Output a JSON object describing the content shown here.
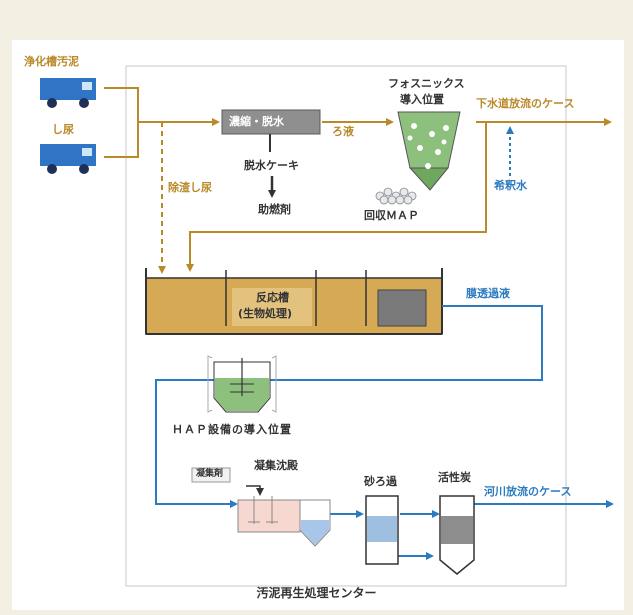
{
  "sources": {
    "sludge": "浄化槽汚泥",
    "nightsoil": "し尿"
  },
  "process": {
    "dewater": "濃縮・脱水",
    "filtrate": "ろ液",
    "cake": "脱水ケーキ",
    "fuel": "助燃剤",
    "debris": "除渣し尿",
    "fosnix_line1": "フォスニックス",
    "fosnix_line2": "導入位置",
    "recovered": "回収ＭＡＰ",
    "sewer": "下水道放流のケース",
    "dilution": "希釈水",
    "reactor_line1": "反応槽",
    "reactor_line2": "(生物処理)",
    "membrane": "膜透過液",
    "hap_position": "ＨＡＰ設備の導入位置",
    "coagulant": "凝集剤",
    "coag_settle": "凝集沈殿",
    "sand": "砂ろ過",
    "carbon": "活性炭",
    "river": "河川放流のケース"
  },
  "footer": {
    "center": "汚泥再生処理センター"
  },
  "colors": {
    "brown": "#b9892a",
    "blue": "#2a7bc0",
    "truck": "#2f74c5",
    "tank": "#d6a955",
    "dark": "#333333"
  }
}
